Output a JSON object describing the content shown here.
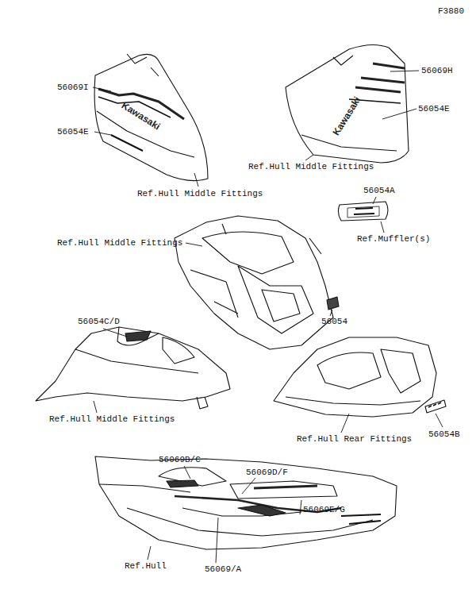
{
  "diagram": {
    "labels": [
      "F3880",
      "56069I",
      "56054E",
      "Ref.Hull Middle Fittings",
      "56069H",
      "56054E",
      "Ref.Hull Middle Fittings",
      "56054A",
      "Ref.Muffler(s)",
      "Ref.Hull Middle Fittings",
      "56054",
      "56054C/D",
      "Ref.Hull Middle Fittings",
      "Ref.Hull Rear Fittings",
      "56054B",
      "56069B/C",
      "56069D/F",
      "Ref.Hull",
      "56069/A",
      "56069E/G",
      "Kawasaki",
      "Kawasaki"
    ]
  }
}
